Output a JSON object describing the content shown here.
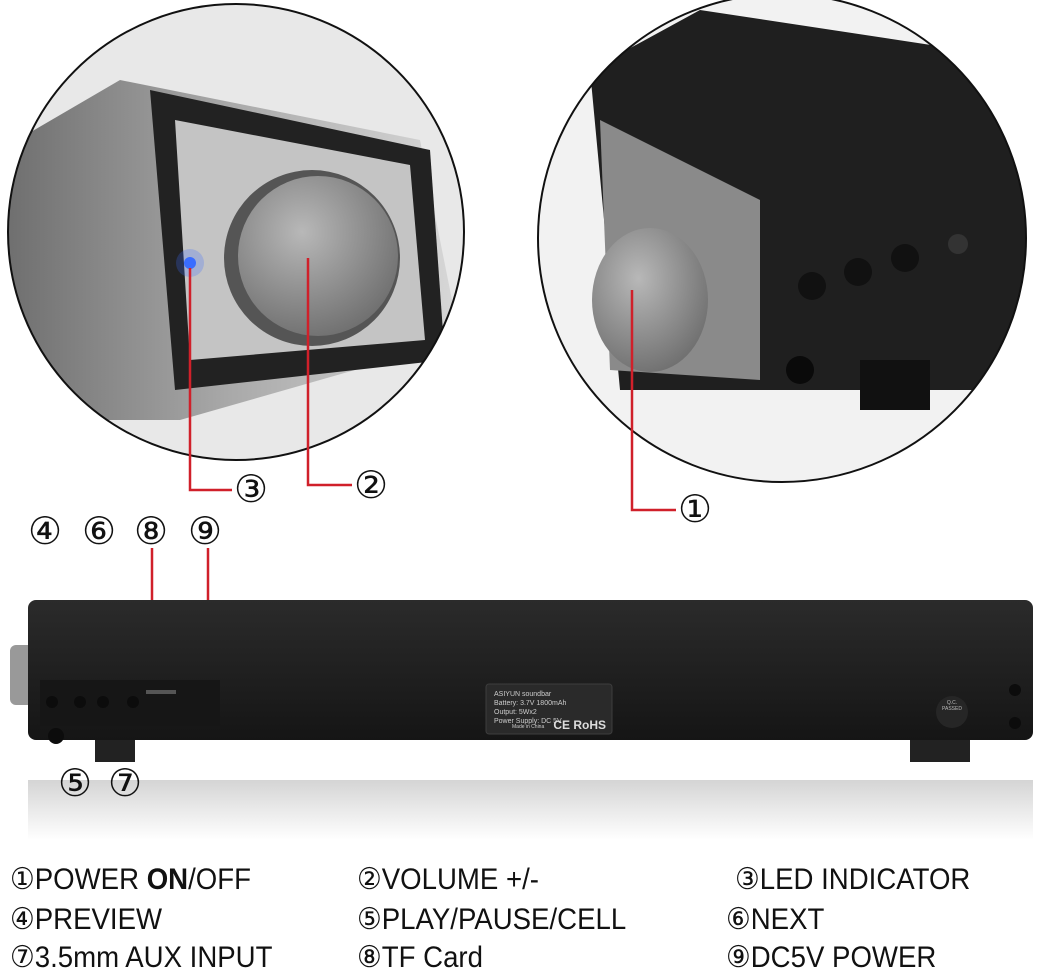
{
  "callouts": {
    "c1": "①",
    "c2": "②",
    "c3": "③",
    "c4": "④",
    "c5": "⑤",
    "c6": "⑥",
    "c7": "⑦",
    "c8": "⑧",
    "c9": "⑨"
  },
  "device_label": {
    "brand": "ASIYUN soundbar",
    "battery": "Battery: 3.7V 1800mAh",
    "output": "Output: 5Wx2",
    "power": "Power Supply: DC 5V",
    "made": "Made in China",
    "marks": "CE RoHS",
    "qc": "Q.C. PASSED"
  },
  "legend": [
    {
      "num": "①",
      "text_a": "POWER ",
      "text_b": "ON",
      "text_c": "/OFF"
    },
    {
      "num": "②",
      "text": "VOLUME +/-"
    },
    {
      "num": "③",
      "text": "LED INDICATOR"
    },
    {
      "num": "④",
      "text": "PREVIEW"
    },
    {
      "num": "⑤",
      "text": "PLAY/PAUSE/CELL"
    },
    {
      "num": "⑥",
      "text": "NEXT"
    },
    {
      "num": "⑦",
      "text": "3.5mm AUX INPUT"
    },
    {
      "num": "⑧",
      "text": "TF Card"
    },
    {
      "num": "⑨",
      "text": "DC5V POWER"
    }
  ],
  "colors": {
    "callout_line": "#d0202a",
    "led": "#3a6cff",
    "body": "#1e1e1e",
    "knob": "#9a9a9a"
  }
}
